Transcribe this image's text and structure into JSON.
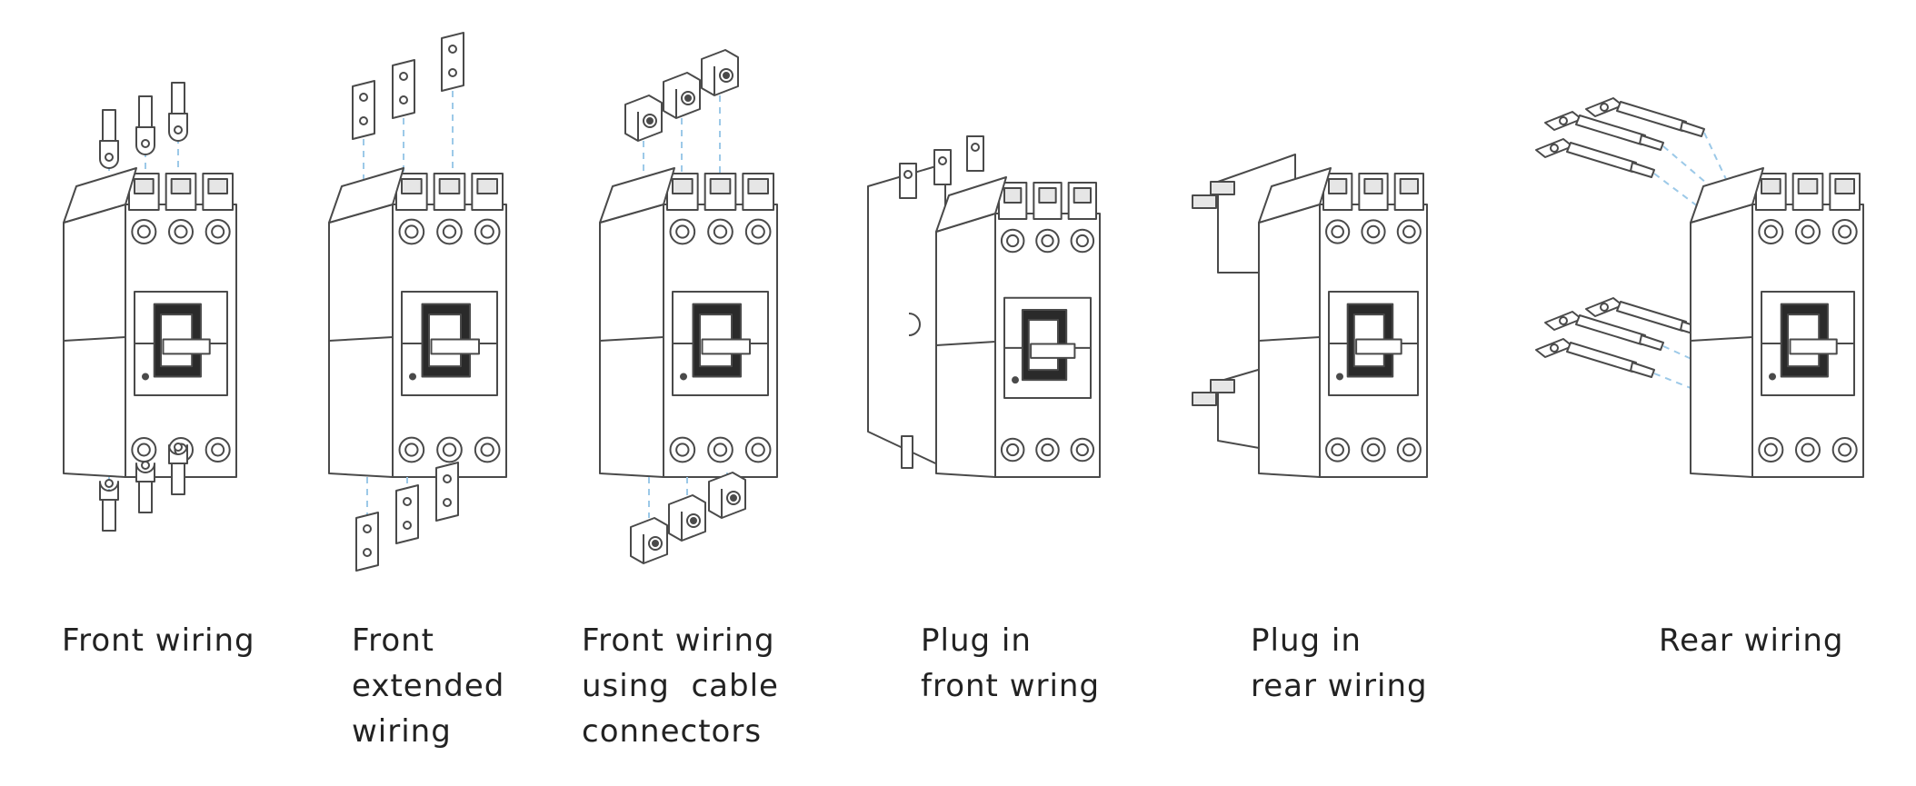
{
  "colors": {
    "stroke": "#4a4a4a",
    "fill": "#ffffff",
    "shade": "#e6e6e6",
    "dark": "#2a2a2a",
    "guide": "#9cc9e8",
    "text": "#222222"
  },
  "panels": [
    {
      "id": "front-wiring",
      "terminal": "lug",
      "caption": [
        "Front wiring"
      ]
    },
    {
      "id": "front-extended",
      "terminal": "extension",
      "caption": [
        "Front",
        "extended",
        "wiring"
      ]
    },
    {
      "id": "cable-connectors",
      "terminal": "connector",
      "caption": [
        "Front wiring",
        "using  cable",
        "connectors"
      ]
    },
    {
      "id": "plug-in-front",
      "terminal": "plug-front",
      "caption": [
        "Plug in",
        "front wring"
      ]
    },
    {
      "id": "plug-in-rear",
      "terminal": "plug-rear",
      "caption": [
        "Plug in",
        "rear wiring"
      ]
    },
    {
      "id": "rear-wiring",
      "terminal": "rear-stud",
      "caption": [
        "Rear wiring"
      ]
    }
  ]
}
